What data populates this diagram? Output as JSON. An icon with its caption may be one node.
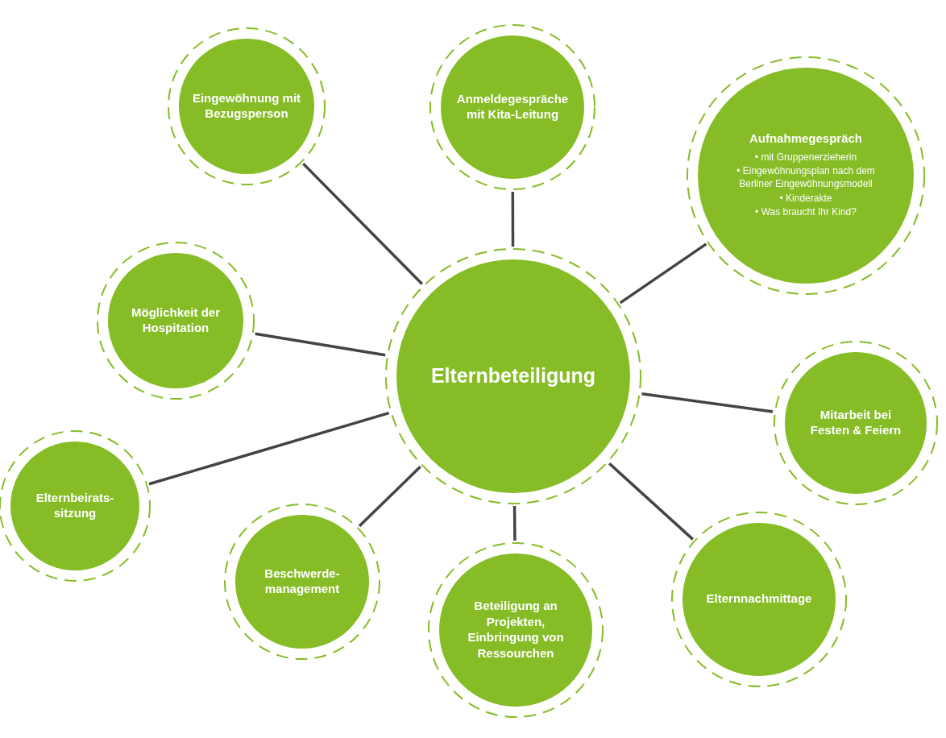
{
  "diagram": {
    "nodes": [
      {
        "text": [
          "Eingewöhnung mit Bezugsperson"
        ]
      },
      {
        "text": [
          "Anmeldegespräche mit Kita-Leitung"
        ]
      },
      {
        "text": [
          "Aufnahmegespräch",
          "• mit Gruppenerzieherin",
          "• Eingewöhnungsplan nach dem Berliner Eingewöhnungsmodell",
          "• Kinderakte",
          "• Was braucht Ihr Kind?"
        ]
      },
      {
        "text": [
          "Möglichkeit der Hospitation"
        ]
      },
      {
        "text": [
          "Elternbeteiligung"
        ]
      },
      {
        "text": [
          "Mitarbeit bei Festen & Feiern"
        ]
      },
      {
        "text": [
          "Elternbeirats-sitzung"
        ]
      },
      {
        "text": [
          "Beschwerde-management"
        ]
      },
      {
        "text": [
          "Beteiligung an Projekten, Einbringung von Ressourchen"
        ]
      },
      {
        "text": [
          "Elternnachmittage"
        ]
      }
    ],
    "edges": [
      {
        "from": 4,
        "to": 0,
        "arrow": "none"
      },
      {
        "from": 4,
        "to": 1,
        "arrow": "none"
      },
      {
        "from": 4,
        "to": 2,
        "arrow": "none"
      },
      {
        "from": 4,
        "to": 3,
        "arrow": "none"
      },
      {
        "from": 4,
        "to": 5,
        "arrow": "none"
      },
      {
        "from": 4,
        "to": 6,
        "arrow": "none"
      },
      {
        "from": 4,
        "to": 7,
        "arrow": "none"
      },
      {
        "from": 4,
        "to": 8,
        "arrow": "none"
      },
      {
        "from": 4,
        "to": 9,
        "arrow": "none"
      }
    ]
  }
}
